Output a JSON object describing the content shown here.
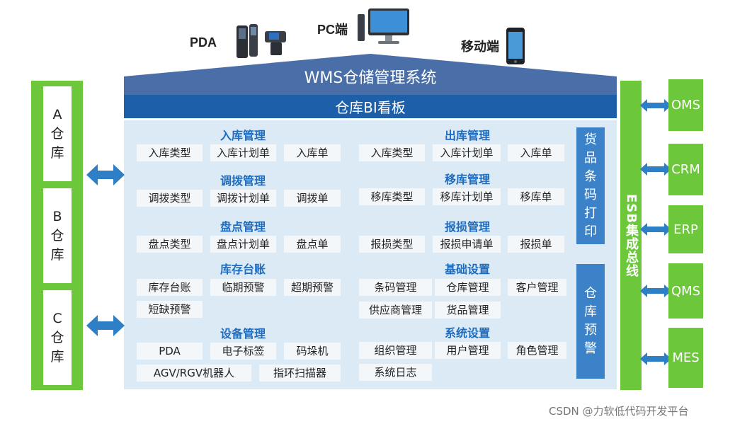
{
  "devices": {
    "pda": "PDA",
    "pc": "PC端",
    "mobile": "移动端"
  },
  "title": "WMS仓储管理系统",
  "bi_board": "仓库BI看板",
  "warehouses": [
    {
      "chars": [
        "A",
        "仓",
        "库"
      ]
    },
    {
      "chars": [
        "B",
        "仓",
        "库"
      ]
    },
    {
      "chars": [
        "C",
        "仓",
        "库"
      ]
    }
  ],
  "left_sections": {
    "inbound": {
      "title": "入库管理",
      "items": [
        "入库类型",
        "入库计划单",
        "入库单"
      ]
    },
    "transfer": {
      "title": "调拨管理",
      "items": [
        "调拨类型",
        "调拨计划单",
        "调拨单"
      ]
    },
    "stocktake": {
      "title": "盘点管理",
      "items": [
        "盘点类型",
        "盘点计划单",
        "盘点单"
      ]
    },
    "ledger": {
      "title": "库存台账",
      "items": [
        "库存台账",
        "临期预警",
        "超期预警",
        "短缺预警"
      ]
    },
    "equipment": {
      "title": "设备管理",
      "items": [
        "PDA",
        "电子标签",
        "码垛机",
        "AGV/RGV机器人",
        "指环扫描器"
      ]
    }
  },
  "right_sections": {
    "outbound": {
      "title": "出库管理",
      "items": [
        "入库类型",
        "入库计划单",
        "入库单"
      ]
    },
    "move": {
      "title": "移库管理",
      "items": [
        "移库类型",
        "移库计划单",
        "移库单"
      ]
    },
    "damage": {
      "title": "报损管理",
      "items": [
        "报损类型",
        "报损申请单",
        "报损单"
      ]
    },
    "basic": {
      "title": "基础设置",
      "items": [
        "条码管理",
        "仓库管理",
        "客户管理",
        "供应商管理",
        "货品管理"
      ]
    },
    "system": {
      "title": "系统设置",
      "items": [
        "组织管理",
        "用户管理",
        "角色管理",
        "系统日志"
      ]
    }
  },
  "side_panels": {
    "barcode": [
      "货",
      "品",
      "条",
      "码",
      "打",
      "印"
    ],
    "alert": [
      "仓",
      "库",
      "预",
      "警"
    ]
  },
  "esb": "ESB集成总线",
  "systems": [
    "OMS",
    "CRM",
    "ERP",
    "QMS",
    "MES"
  ],
  "watermark": "CSDN @力软低代码开发平台",
  "colors": {
    "green": "#6cc83a",
    "dark_blue": "#1d5fa8",
    "roof_blue": "#4a6fa8",
    "light_blue": "#dceaf5",
    "section_title": "#1d6cc0",
    "side_panel": "#3b82c8",
    "arrow": "#2f7fc6"
  }
}
